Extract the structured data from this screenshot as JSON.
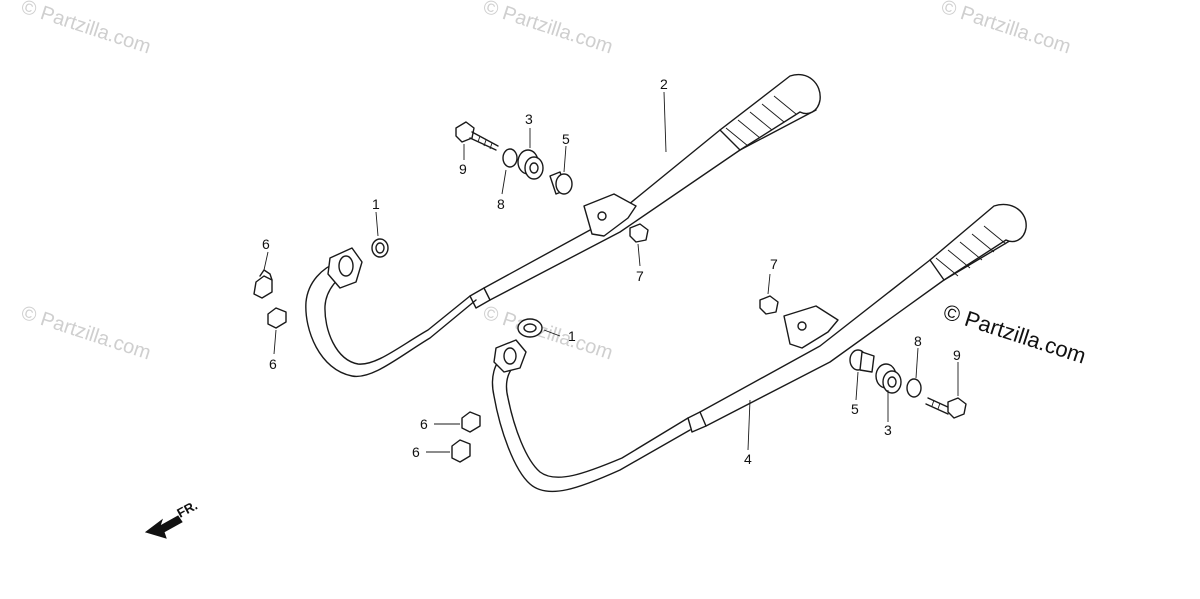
{
  "watermark": "© Partzilla.com",
  "copyright": "© Partzilla.com",
  "front_label": "FR.",
  "callouts": {
    "c1a": "1",
    "c1b": "1",
    "c2": "2",
    "c3a": "3",
    "c3b": "3",
    "c4": "4",
    "c5a": "5",
    "c5b": "5",
    "c6a": "6",
    "c6b": "6",
    "c6c": "6",
    "c6d": "6",
    "c7a": "7",
    "c7b": "7",
    "c8a": "8",
    "c8b": "8",
    "c9a": "9",
    "c9b": "9"
  }
}
